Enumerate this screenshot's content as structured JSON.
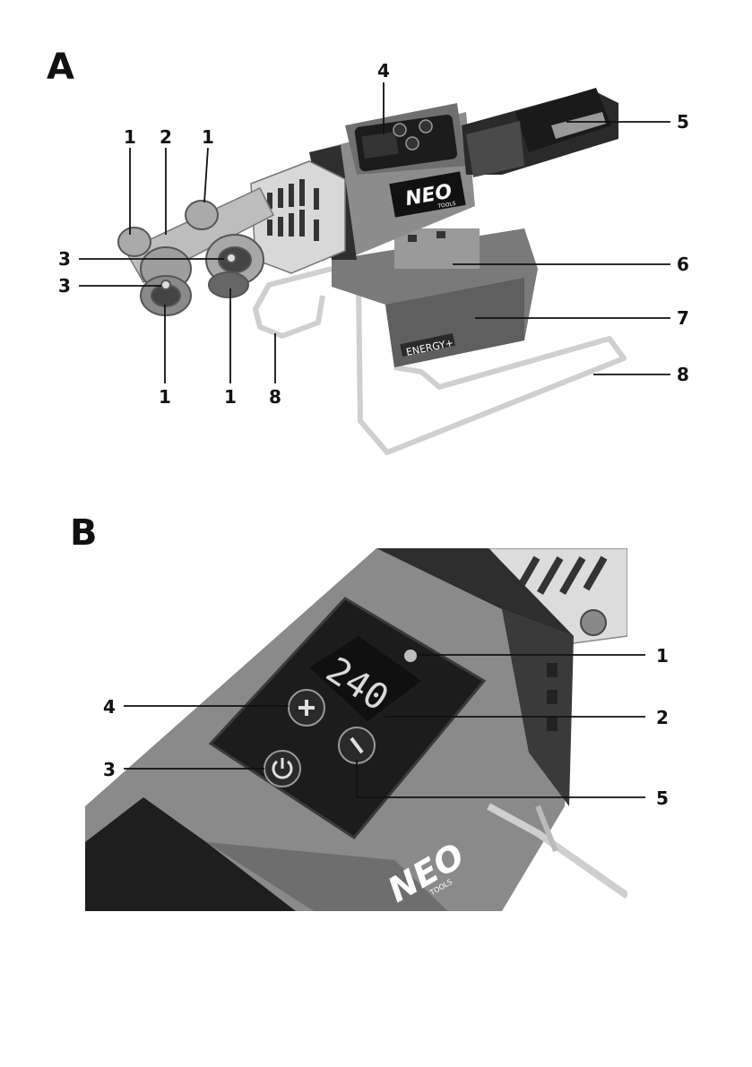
{
  "figure_a": {
    "letter": "A",
    "brand": "NEO",
    "brand_sub": "TOOLS",
    "battery_text": "ENERGY+",
    "callouts": [
      {
        "id": "nozzle-top-left",
        "label": "1"
      },
      {
        "id": "bracket",
        "label": "2"
      },
      {
        "id": "nozzle-top-right",
        "label": "1"
      },
      {
        "id": "panel",
        "label": "4"
      },
      {
        "id": "handle",
        "label": "5"
      },
      {
        "id": "bolt-upper",
        "label": "3"
      },
      {
        "id": "bolt-lower",
        "label": "3"
      },
      {
        "id": "battery-mount",
        "label": "6"
      },
      {
        "id": "battery",
        "label": "7"
      },
      {
        "id": "stand-right",
        "label": "8"
      },
      {
        "id": "nozzle-bottom-left",
        "label": "1"
      },
      {
        "id": "nozzle-bottom-right",
        "label": "1"
      },
      {
        "id": "stand-left",
        "label": "8"
      }
    ]
  },
  "figure_b": {
    "letter": "B",
    "display_value": "240",
    "brand": "NEO",
    "brand_sub": "TOOLS",
    "callouts": [
      {
        "id": "indicator-led",
        "label": "1"
      },
      {
        "id": "display",
        "label": "2"
      },
      {
        "id": "plus-button",
        "label": "4"
      },
      {
        "id": "power-button",
        "label": "3"
      },
      {
        "id": "minus-button",
        "label": "5"
      }
    ]
  },
  "colors": {
    "body_gray": "#8a8a8a",
    "dark": "#2a2a2a",
    "panel": "#1c1c1c",
    "metal": "#cfcfcf"
  }
}
